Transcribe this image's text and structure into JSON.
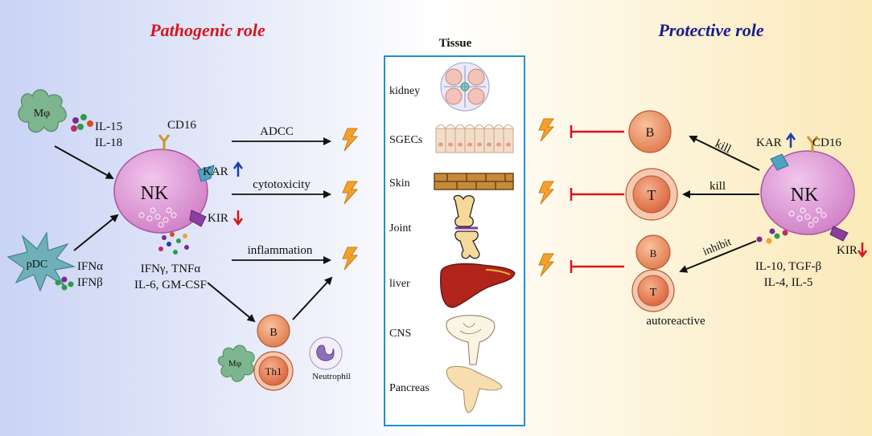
{
  "titles": {
    "pathogenic": "Pathogenic role",
    "protective": "Protective role",
    "tissue": "Tissue"
  },
  "colors": {
    "pathogenic_title": "#d8141c",
    "protective_title": "#1a1a8c",
    "tissue_border": "#1f8fd6",
    "inhibit_bar": "#d8141c",
    "up_arrow": "#1a3fa8",
    "down_arrow": "#d8141c",
    "nk_cell": "#d991d1",
    "t_cell": "#e27a52",
    "b_cell": "#e8875c",
    "macrophage": "#7db58f",
    "pdc": "#6fb0b8",
    "lightning": "#f3a12c"
  },
  "left": {
    "macrophage": "Mφ",
    "il15": "IL-15",
    "il18": "IL-18",
    "pdc": "pDC",
    "ifna": "IFNα",
    "ifnb": "IFNβ",
    "nk": "NK",
    "cd16": "CD16",
    "kar": "KAR",
    "kir": "KIR",
    "cytokines_line1": "IFNγ, TNFα",
    "cytokines_line2": "IL-6, GM-CSF",
    "adcc": "ADCC",
    "cytotoxicity": "cytotoxicity",
    "inflammation": "inflammation",
    "b_cell": "B",
    "th1": "Th1",
    "mphi_small": "Mφ",
    "neutrophil": "Neutrophil"
  },
  "tissue": {
    "items": [
      {
        "label": "kidney",
        "icon": "kidney-glomerulus-icon"
      },
      {
        "label": "SGECs",
        "icon": "epithelial-cells-icon"
      },
      {
        "label": "Skin",
        "icon": "skin-brick-icon"
      },
      {
        "label": "Joint",
        "icon": "joint-bone-icon"
      },
      {
        "label": "liver",
        "icon": "liver-icon"
      },
      {
        "label": "CNS",
        "icon": "brain-neuron-icon"
      },
      {
        "label": "Pancreas",
        "icon": "pancreas-icon"
      }
    ]
  },
  "right": {
    "b_cell": "B",
    "t_cell": "T",
    "b_small": "B",
    "t_small": "T",
    "kill1": "kill",
    "kill2": "kill",
    "inhibit": "inhibit",
    "autoreactive": "autoreactive",
    "nk": "NK",
    "kar": "KAR",
    "cd16": "CD16",
    "kir": "KIR",
    "cyto_line1": "IL-10, TGF-β",
    "cyto_line2": "IL-4, IL-5"
  }
}
